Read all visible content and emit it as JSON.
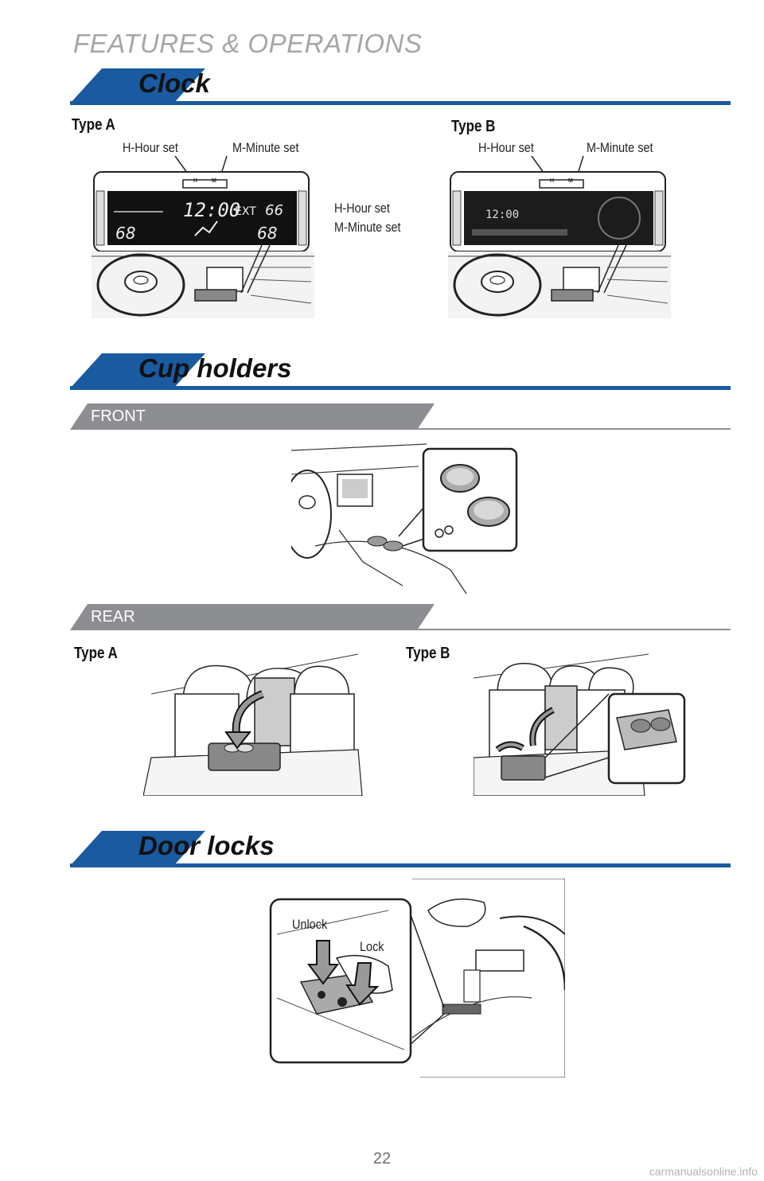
{
  "header": {
    "title": "FEATURES & OPERATIONS"
  },
  "sections": {
    "clock": {
      "title": "Clock",
      "type_a": {
        "label": "Type A",
        "hour_callout": "H-Hour set",
        "minute_callout": "M-Minute set",
        "side_hour": "H-Hour set",
        "side_minute": "M-Minute set",
        "display_time": "12:00",
        "button_h": "H",
        "button_m": "M"
      },
      "type_b": {
        "label": "Type B",
        "hour_callout": "H-Hour set",
        "minute_callout": "M-Minute set",
        "display_time": "12:00",
        "button_h": "H",
        "button_m": "M"
      }
    },
    "cup_holders": {
      "title": "Cup holders",
      "front": {
        "label": "FRONT"
      },
      "rear": {
        "label": "REAR",
        "type_a": "Type A",
        "type_b": "Type B"
      }
    },
    "door_locks": {
      "title": "Door locks",
      "unlock": "Unlock",
      "lock": "Lock"
    }
  },
  "footer": {
    "page_number": "22",
    "watermark": "carmanualsonline.info"
  },
  "colors": {
    "accent_blue": "#1a5aa0",
    "sub_bar_gray": "#8c8e91",
    "header_gray": "#a4a6a8"
  }
}
